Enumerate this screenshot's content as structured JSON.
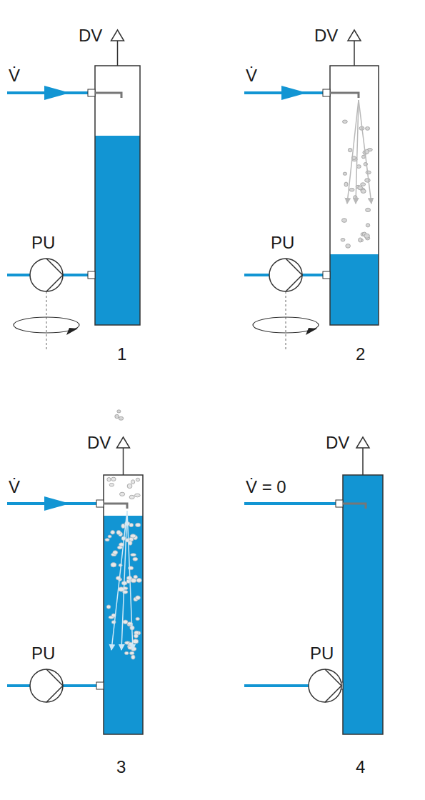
{
  "diagram": {
    "labels": [
      "DV",
      "V̇",
      "PU",
      "1",
      "DV",
      "V̇",
      "PU",
      "2",
      "DV",
      "V̇",
      "PU",
      "3",
      "DV",
      "V̇ = 0",
      "PU",
      "4"
    ]
  }
}
